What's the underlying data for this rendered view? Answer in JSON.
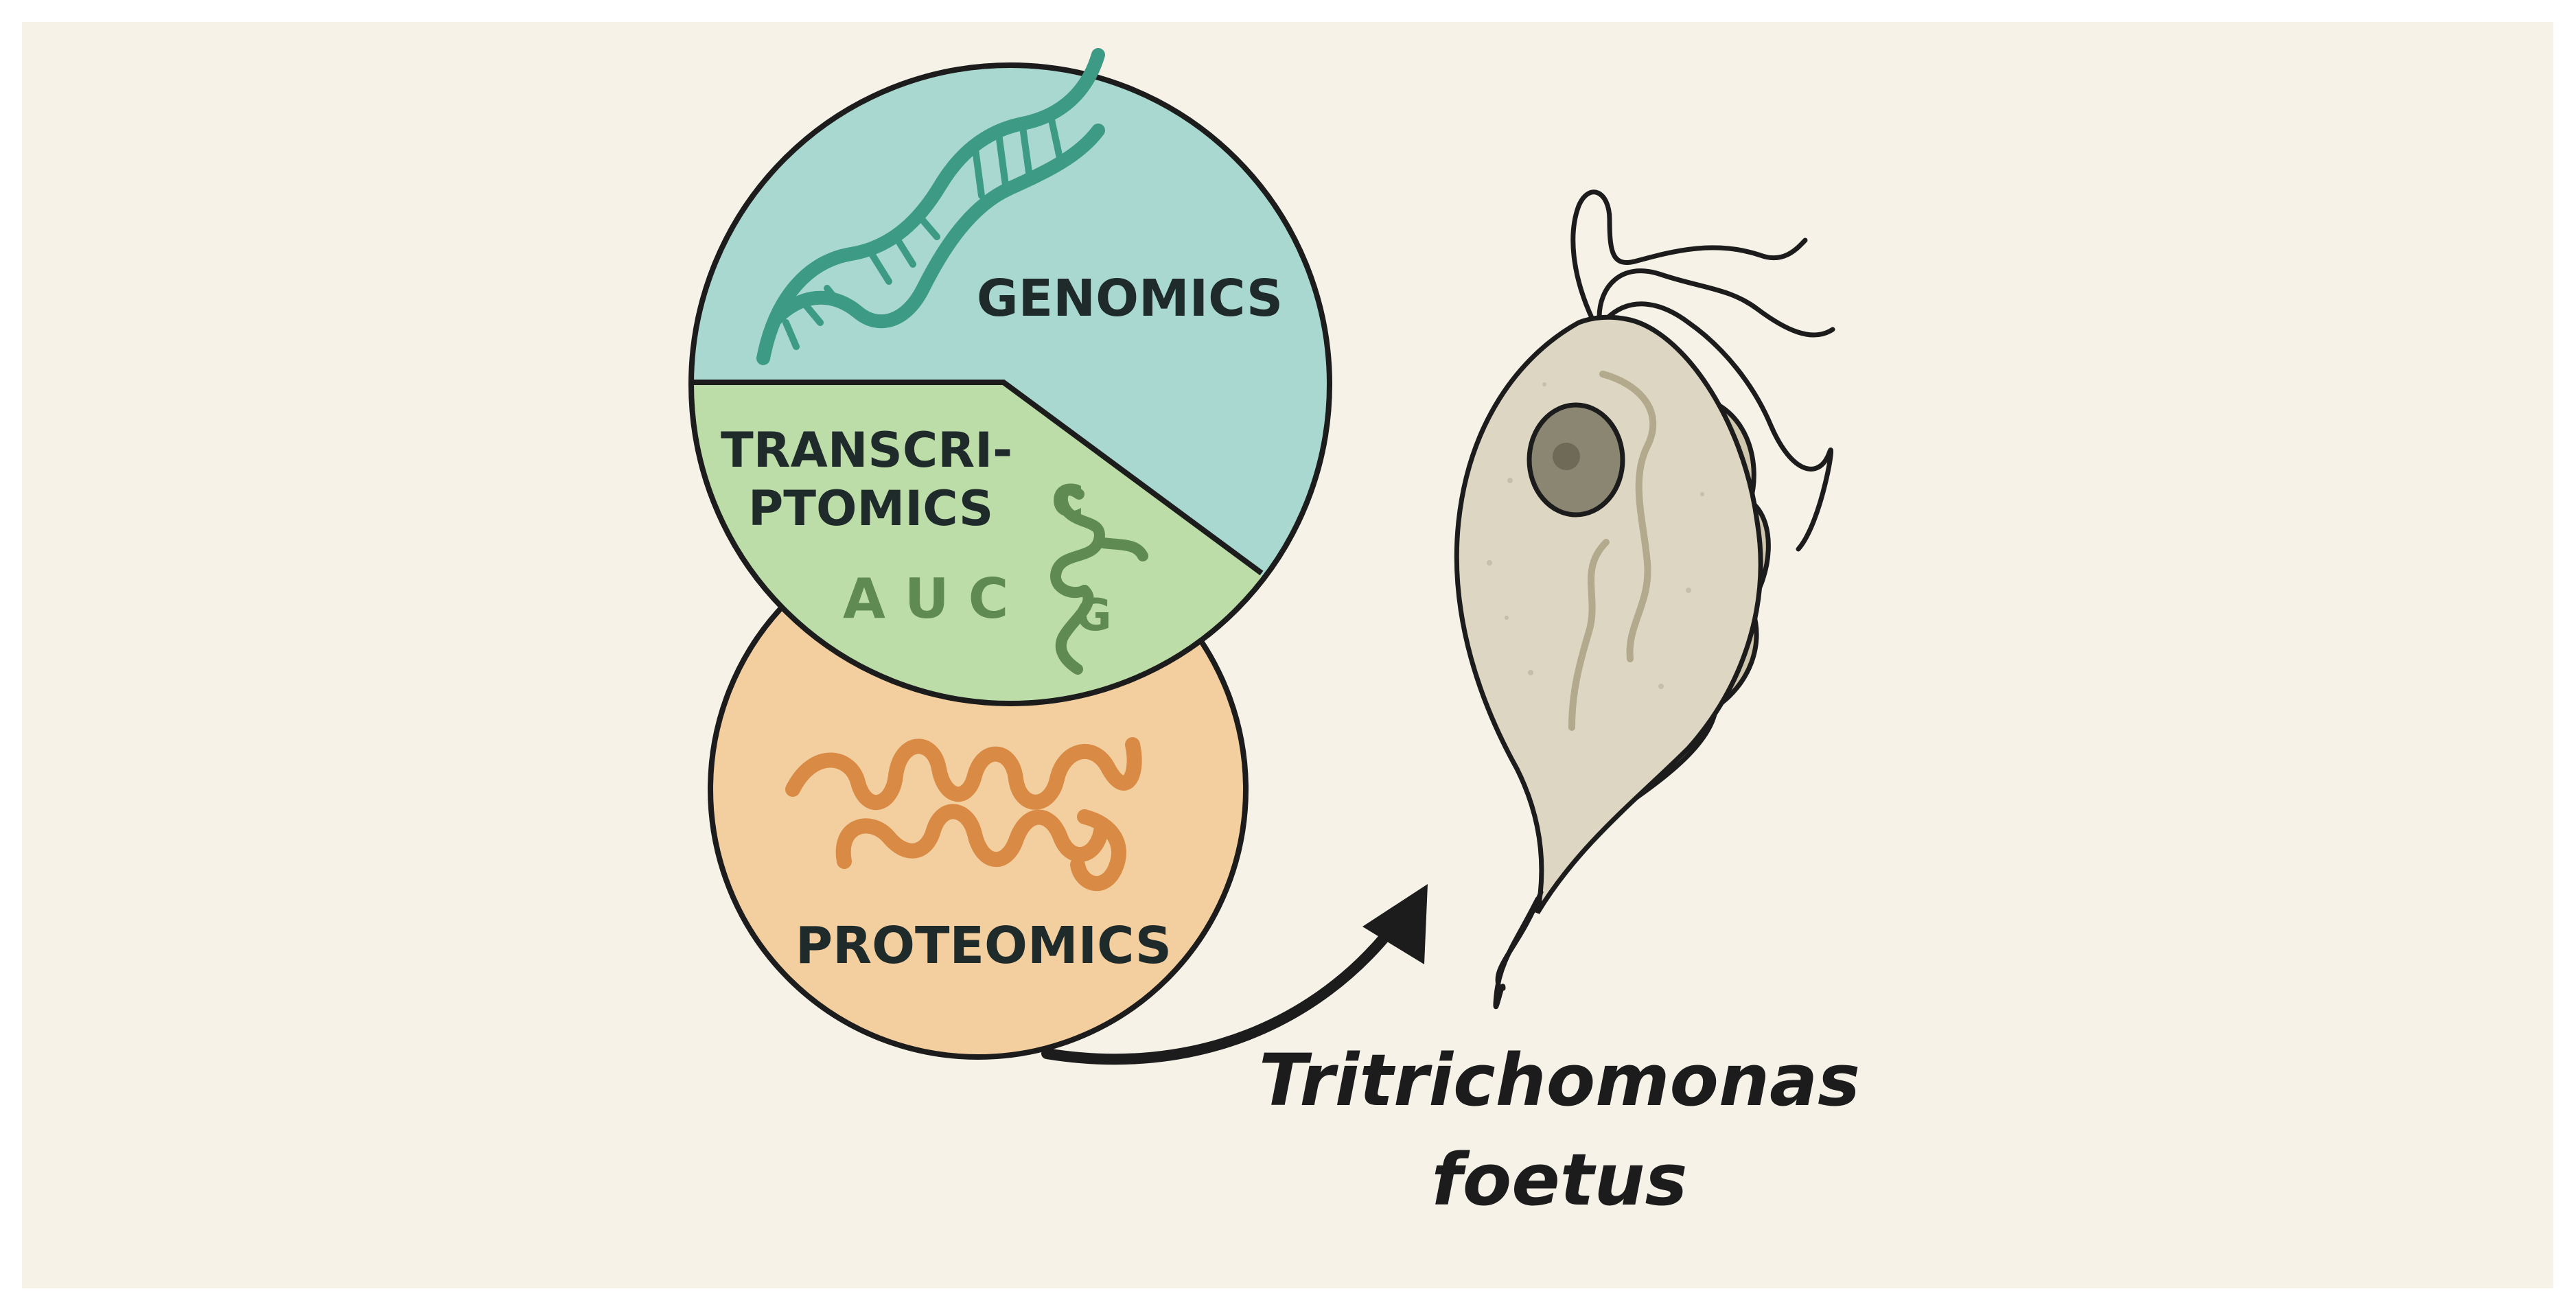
{
  "panels": {
    "genomics": {
      "label": "GENOMICS",
      "color": "#a8d8cf",
      "accent": "#3d9a84",
      "icon": "dna-double-helix-icon"
    },
    "transcriptomics": {
      "label_line1": "TRANSCRI-",
      "label_line2": "PTOMICS",
      "bases": "A U C",
      "strand_letters": [
        "C",
        "G"
      ],
      "color": "#bcdca8",
      "accent": "#5f8a52",
      "icon": "rna-strand-icon"
    },
    "proteomics": {
      "label": "PROTEOMICS",
      "color": "#f3cfa0",
      "accent": "#d98a44",
      "icon": "protein-chain-icon"
    }
  },
  "organism": {
    "name_line1": "Tritrichomonas",
    "name_line2": "foetus",
    "body_color": "#ddd6c3",
    "nucleus_color": "#8b8672",
    "icon": "protozoan-parasite-icon"
  },
  "colors": {
    "background": "#f6f2e8",
    "outline": "#1c1c1c"
  }
}
